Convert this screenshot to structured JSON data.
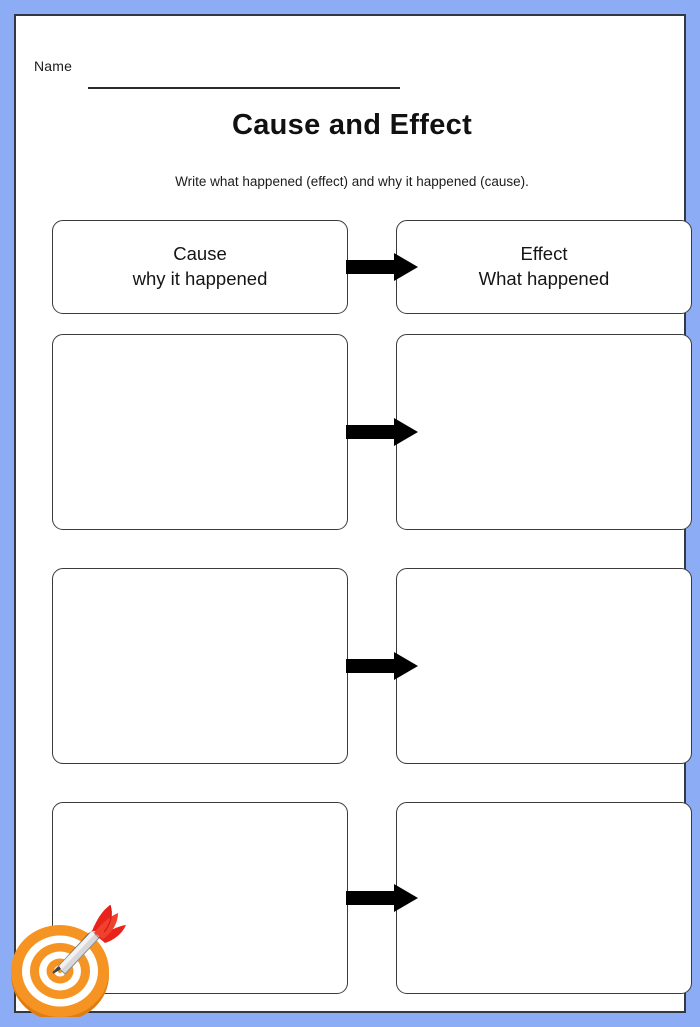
{
  "page": {
    "border_color": "#8cadf5",
    "sheet_border_color": "#333842",
    "background": "#ffffff"
  },
  "header": {
    "name_label": "Name",
    "name_value": "",
    "name_placeholder": "",
    "title": "Cause and Effect",
    "subtitle": "Write what happened (effect) and why it happened (cause)."
  },
  "diagram": {
    "arrow_icon": "right-block-arrow-icon",
    "arrow_color": "#000000",
    "rows": [
      {
        "id": "header-row",
        "left": {
          "text": "Cause\nwhy it happened",
          "editable": false
        },
        "right": {
          "text": "Effect\nWhat happened",
          "editable": false
        }
      },
      {
        "id": "row-1",
        "left": {
          "text": "",
          "editable": true
        },
        "right": {
          "text": "",
          "editable": true
        }
      },
      {
        "id": "row-2",
        "left": {
          "text": "",
          "editable": true
        },
        "right": {
          "text": "",
          "editable": true
        }
      },
      {
        "id": "row-3",
        "left": {
          "text": "",
          "editable": true
        },
        "right": {
          "text": "",
          "editable": true
        }
      }
    ]
  },
  "decoration": {
    "icon": "target-dart-icon",
    "ring_color": "#f59422",
    "ring_highlight": "#ffffff",
    "dart_flight_color": "#e8231a",
    "dart_shaft_color": "#cfcfcf"
  }
}
